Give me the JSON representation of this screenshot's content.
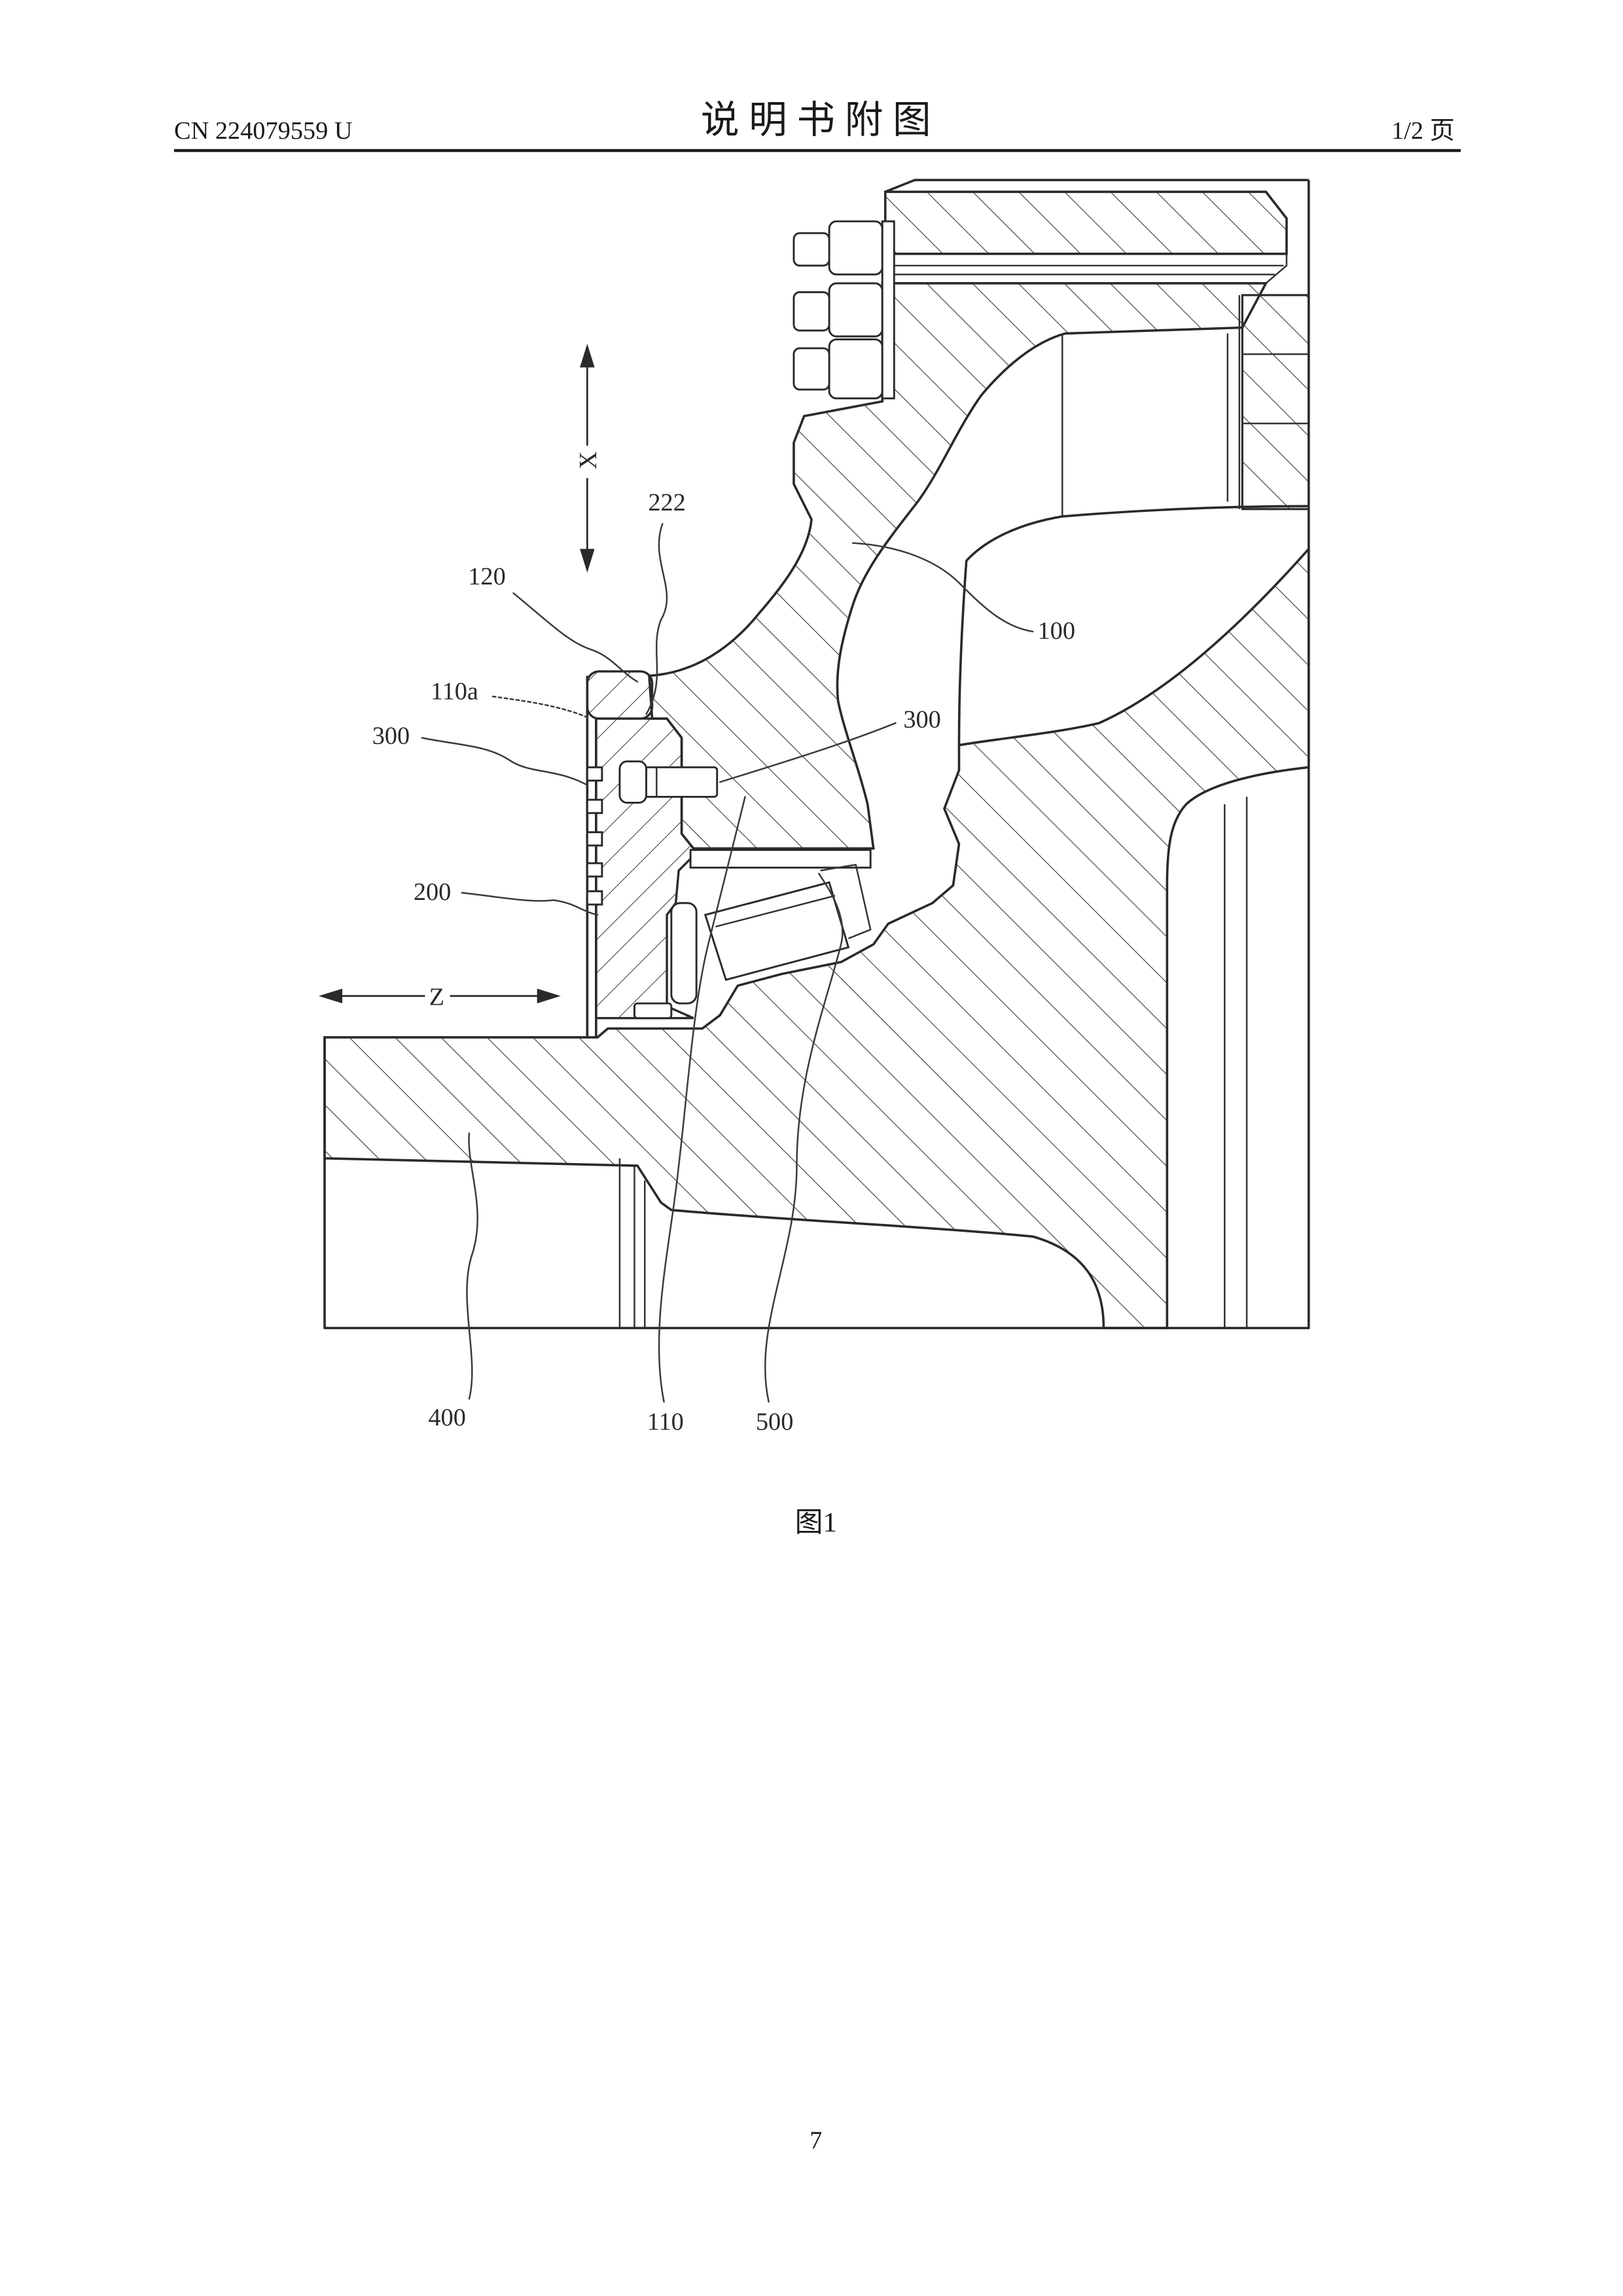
{
  "header": {
    "doc_number": "CN 224079559 U",
    "title": "说 明 书 附 图",
    "sheet": "1/2 页"
  },
  "figure": {
    "caption": "图1",
    "axes": {
      "x": "X",
      "z": "Z"
    },
    "labels": {
      "l222": "222",
      "l120": "120",
      "l110a": "110a",
      "l300_left": "300",
      "l300_right": "300",
      "l100": "100",
      "l200": "200",
      "l400": "400",
      "l110": "110",
      "l500": "500"
    }
  },
  "footer": {
    "page_number": "7"
  }
}
